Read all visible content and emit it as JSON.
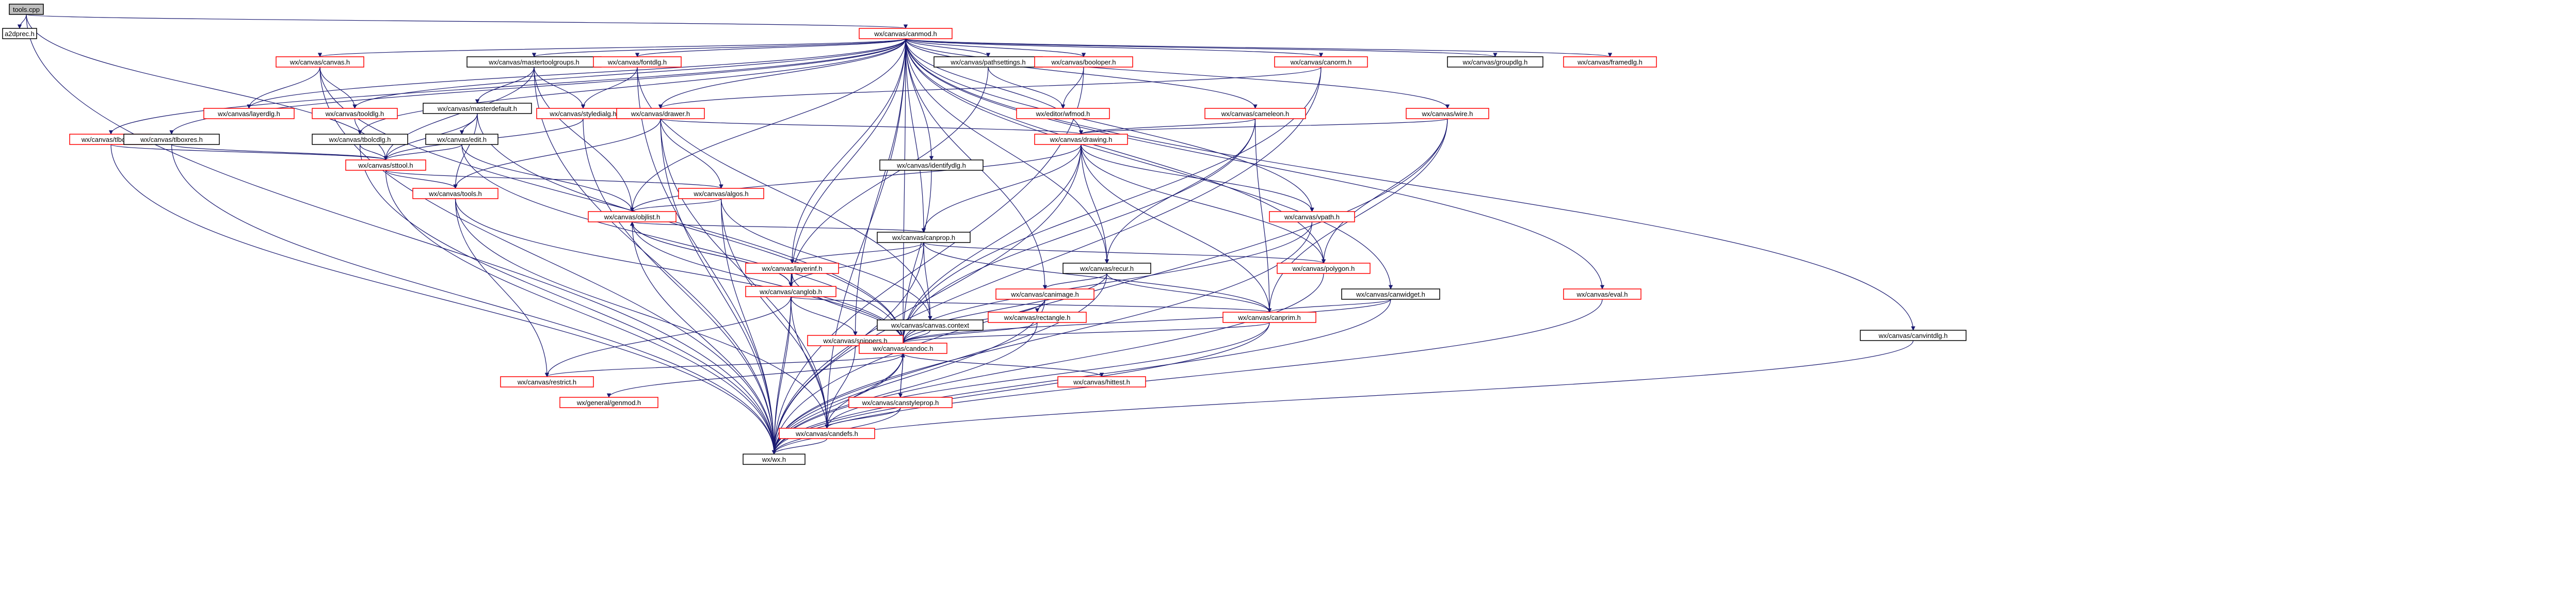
{
  "colors": {
    "root_fill": "#bfbfbf",
    "node_fill": "#ffffff",
    "internal_border": "#000000",
    "external_border": "#ff0000",
    "edge": "#191970"
  },
  "nodes": [
    {
      "id": "tools",
      "label": "tools.cpp",
      "kind": "root"
    },
    {
      "id": "a2dprec",
      "label": "a2dprec.h",
      "kind": "internal"
    },
    {
      "id": "canmod",
      "label": "wx/canvas/canmod.h",
      "kind": "external"
    },
    {
      "id": "canvas",
      "label": "wx/canvas/canvas.h",
      "kind": "external"
    },
    {
      "id": "mastertoolgroups",
      "label": "wx/canvas/mastertoolgroups.h",
      "kind": "internal"
    },
    {
      "id": "fontdlg",
      "label": "wx/canvas/fontdlg.h",
      "kind": "external"
    },
    {
      "id": "pathsettings",
      "label": "wx/canvas/pathsettings.h",
      "kind": "internal"
    },
    {
      "id": "booloper",
      "label": "wx/canvas/booloper.h",
      "kind": "external"
    },
    {
      "id": "canorm",
      "label": "wx/canvas/canorm.h",
      "kind": "external"
    },
    {
      "id": "groupdlg",
      "label": "wx/canvas/groupdlg.h",
      "kind": "internal"
    },
    {
      "id": "framedlg",
      "label": "wx/canvas/framedlg.h",
      "kind": "external"
    },
    {
      "id": "layerdlg",
      "label": "wx/canvas/layerdlg.h",
      "kind": "external"
    },
    {
      "id": "tooldlg",
      "label": "wx/canvas/tooldlg.h",
      "kind": "external"
    },
    {
      "id": "masterdefault",
      "label": "wx/canvas/masterdefault.h",
      "kind": "internal"
    },
    {
      "id": "styledialg",
      "label": "wx/canvas/styledialg.h",
      "kind": "external"
    },
    {
      "id": "drawer",
      "label": "wx/canvas/drawer.h",
      "kind": "external"
    },
    {
      "id": "wfmod",
      "label": "wx/editor/wfmod.h",
      "kind": "external"
    },
    {
      "id": "cameleon",
      "label": "wx/canvas/cameleon.h",
      "kind": "external"
    },
    {
      "id": "wire",
      "label": "wx/canvas/wire.h",
      "kind": "external"
    },
    {
      "id": "tlbcord",
      "label": "wx/canvas/tlbcord.h",
      "kind": "external"
    },
    {
      "id": "tlboxres",
      "label": "wx/canvas/tlboxres.h",
      "kind": "internal"
    },
    {
      "id": "tbolcdlg",
      "label": "wx/canvas/tbolcdlg.h",
      "kind": "internal"
    },
    {
      "id": "edit",
      "label": "wx/canvas/edit.h",
      "kind": "internal"
    },
    {
      "id": "drawing",
      "label": "wx/canvas/drawing.h",
      "kind": "external"
    },
    {
      "id": "identifydlg",
      "label": "wx/canvas/identifydlg.h",
      "kind": "internal"
    },
    {
      "id": "sttool",
      "label": "wx/canvas/sttool.h",
      "kind": "external"
    },
    {
      "id": "tools_h",
      "label": "wx/canvas/tools.h",
      "kind": "external"
    },
    {
      "id": "algos",
      "label": "wx/canvas/algos.h",
      "kind": "external"
    },
    {
      "id": "objlist",
      "label": "wx/canvas/objlist.h",
      "kind": "external"
    },
    {
      "id": "vpath",
      "label": "wx/canvas/vpath.h",
      "kind": "external"
    },
    {
      "id": "canprop",
      "label": "wx/canvas/canprop.h",
      "kind": "internal"
    },
    {
      "id": "polygon",
      "label": "wx/canvas/polygon.h",
      "kind": "external"
    },
    {
      "id": "recur",
      "label": "wx/canvas/recur.h",
      "kind": "internal"
    },
    {
      "id": "layerinf",
      "label": "wx/canvas/layerinf.h",
      "kind": "external"
    },
    {
      "id": "canglob",
      "label": "wx/canvas/canglob.h",
      "kind": "external"
    },
    {
      "id": "canimage",
      "label": "wx/canvas/canimage.h",
      "kind": "external"
    },
    {
      "id": "canwidget",
      "label": "wx/canvas/canwidget.h",
      "kind": "internal"
    },
    {
      "id": "rectangle",
      "label": "wx/canvas/rectangle.h",
      "kind": "external"
    },
    {
      "id": "canprim",
      "label": "wx/canvas/canprim.h",
      "kind": "external"
    },
    {
      "id": "canvas_context",
      "label": "wx/canvas/canvas.context",
      "kind": "internal"
    },
    {
      "id": "snippers",
      "label": "wx/canvas/snippers.h",
      "kind": "external"
    },
    {
      "id": "candoc",
      "label": "wx/canvas/candoc.h",
      "kind": "external"
    },
    {
      "id": "restrict",
      "label": "wx/canvas/restrict.h",
      "kind": "external"
    },
    {
      "id": "genmod",
      "label": "wx/general/genmod.h",
      "kind": "external"
    },
    {
      "id": "candefs",
      "label": "wx/canvas/candefs.h",
      "kind": "external"
    },
    {
      "id": "canstyleprop",
      "label": "wx/canvas/canstyleprop.h",
      "kind": "external"
    },
    {
      "id": "hittest",
      "label": "wx/canvas/hittest.h",
      "kind": "external"
    },
    {
      "id": "eval",
      "label": "wx/canvas/eval.h",
      "kind": "external"
    },
    {
      "id": "canvintdlg",
      "label": "wx/canvas/canvintdlg.h",
      "kind": "internal"
    },
    {
      "id": "wxfx",
      "label": "wx/wx.h",
      "kind": "internal"
    }
  ]
}
